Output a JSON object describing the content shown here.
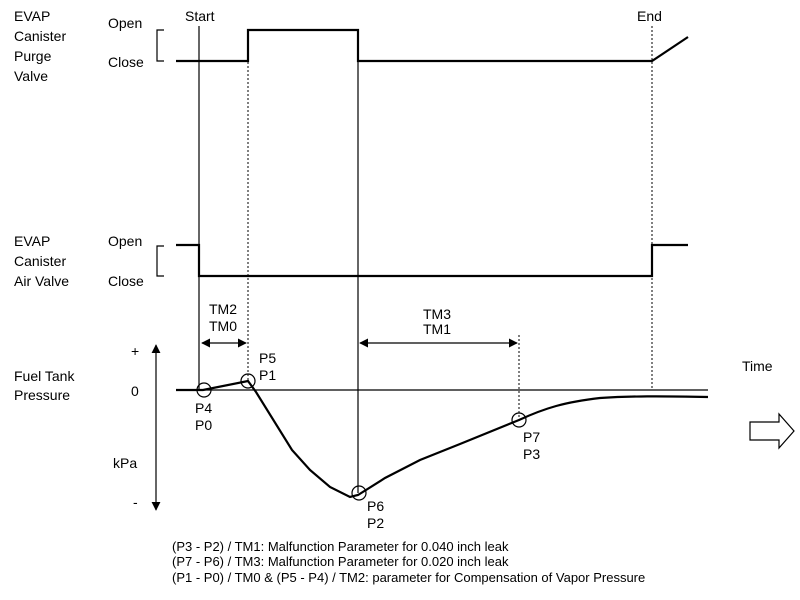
{
  "diagram": {
    "start_label": "Start",
    "end_label": "End",
    "time_label": "Time",
    "purge_valve": {
      "title_lines": [
        "EVAP",
        "Canister",
        "Purge",
        "Valve"
      ],
      "open": "Open",
      "close": "Close"
    },
    "air_valve": {
      "title_lines": [
        "EVAP",
        "Canister",
        "Air Valve"
      ],
      "open": "Open",
      "close": "Close"
    },
    "pressure": {
      "title_lines": [
        "Fuel Tank",
        "Pressure"
      ],
      "plus": "+",
      "zero": "0",
      "unit": "kPa",
      "minus": "-"
    },
    "intervals": {
      "tm2": "TM2",
      "tm0": "TM0",
      "tm3": "TM3",
      "tm1": "TM1"
    },
    "points": {
      "p5": "P5",
      "p1": "P1",
      "p4": "P4",
      "p0": "P0",
      "p6": "P6",
      "p2": "P2",
      "p7": "P7",
      "p3": "P3"
    },
    "notes": [
      "(P3 - P2) / TM1: Malfunction Parameter for 0.040 inch leak",
      "(P7 - P6) / TM3: Malfunction Parameter for 0.020 inch leak",
      "(P1 - P0) / TM0 & (P5 - P4) / TM2: parameter for Compensation of Vapor Pressure"
    ]
  }
}
